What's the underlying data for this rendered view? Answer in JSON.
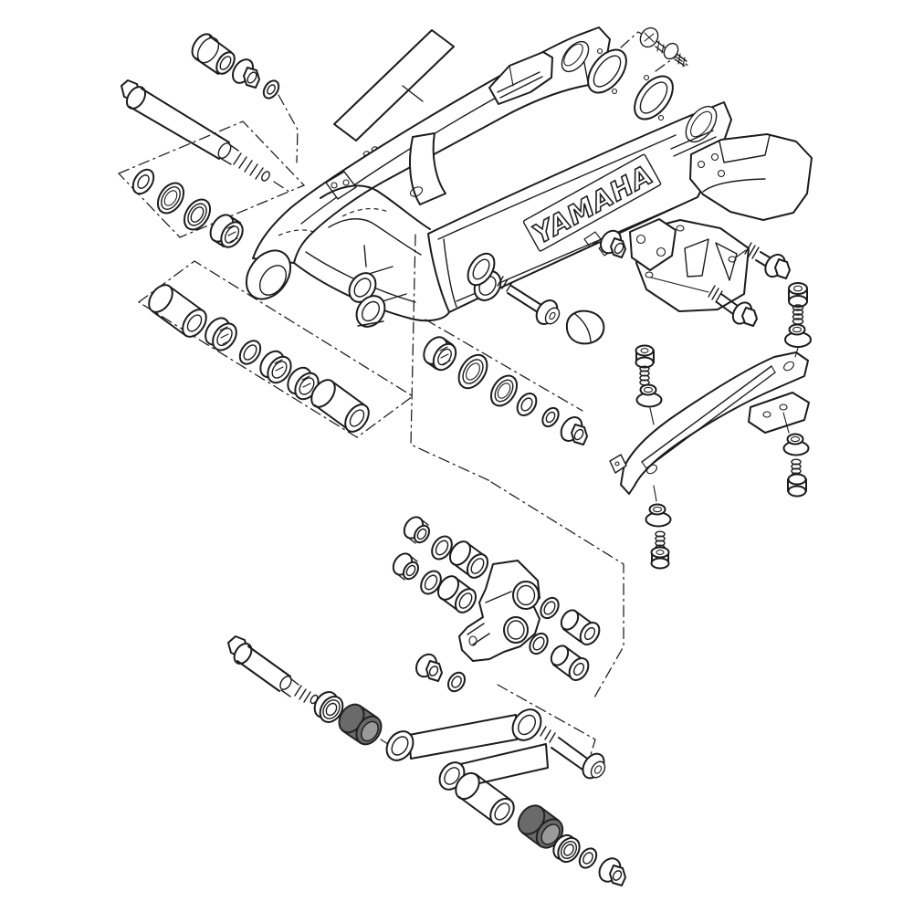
{
  "diagram": {
    "type": "exploded-parts-diagram",
    "subject": "motorcycle rear swingarm, chain guide and suspension linkage",
    "brand_logo": "YAMAHA",
    "colors": {
      "background": "#ffffff",
      "line": "#1c1c1c",
      "shaded_bushing_body": "#6a6a6a",
      "shaded_bushing_face": "#9a9a9a"
    },
    "parts": [
      "swingarm body",
      "protector plate",
      "chain slider block",
      "pivot shaft",
      "pivot collar",
      "pivot flange nut",
      "pivot washer",
      "thrust washer",
      "oil seal",
      "thrust ring",
      "needle bearing",
      "spacer collar tube (x2)",
      "oval cover plate (x2)",
      "cover screw (x2)",
      "chain guide block",
      "chain guide bracket",
      "flange bolt (x2)",
      "hose guide nut",
      "hose guide bracket",
      "front pivot washer",
      "pivot bolt",
      "rubber damper",
      "center needle bearing",
      "center oil seal (x2)",
      "center washer (x2)",
      "center flange nut",
      "chain slider arm",
      "slider bracket",
      "socket bolt (x4)",
      "rubber grommet (x4)",
      "relay arm",
      "flanged collar (x2)",
      "relay oil seal (x4)",
      "relay spacer tube (x2)",
      "relay end collar (x2)",
      "relay flange nut",
      "relay washer",
      "connecting rod plate (x2)",
      "rod bolt (x2)",
      "rod bearing (x2)",
      "damper bushing shaded (x2)",
      "rod collar tube",
      "rod washer",
      "rod flange nut"
    ]
  }
}
